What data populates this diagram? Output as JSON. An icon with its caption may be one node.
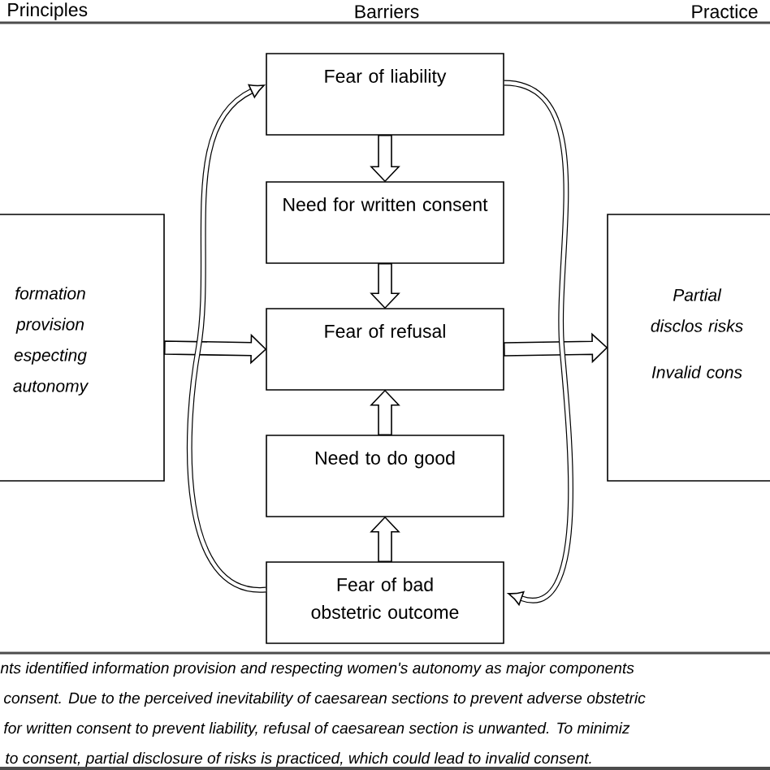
{
  "diagram": {
    "nodes": [
      {
        "text": [
          "formation provision",
          "especting autonomy"
        ]
      },
      {
        "text": [
          "Fear of liability"
        ]
      },
      {
        "text": [
          "Need for written consent"
        ]
      },
      {
        "text": [
          "Fear of refusal"
        ]
      },
      {
        "text": [
          "Need to do good"
        ]
      },
      {
        "text": [
          "Fear of bad obstetric outcome"
        ]
      },
      {
        "text": [
          "Partial disclos risks",
          "Invalid cons"
        ]
      }
    ],
    "edges": [
      {
        "from": 1,
        "to": 2,
        "arrow": "to"
      },
      {
        "from": 2,
        "to": 3,
        "arrow": "to"
      },
      {
        "from": 4,
        "to": 3,
        "arrow": "to"
      },
      {
        "from": 5,
        "to": 4,
        "arrow": "to"
      },
      {
        "from": 0,
        "to": 3,
        "arrow": "to"
      },
      {
        "from": 3,
        "to": 6,
        "arrow": "to"
      },
      {
        "from": 5,
        "to": 1,
        "arrow": "to"
      },
      {
        "from": 1,
        "to": 5,
        "arrow": "to"
      }
    ],
    "labels": [
      "Principles",
      "Barriers",
      "Practice",
      "nts identified information provision and respecting women's autonomy as major components",
      "consent. Due to the perceived inevitability of caesarean sections to prevent adverse obstetric",
      "for written consent to prevent liability, refusal of caesarean section is unwanted. To minimiz",
      "to consent, partial disclosure of risks is practiced, which could lead to invalid consent."
    ]
  }
}
